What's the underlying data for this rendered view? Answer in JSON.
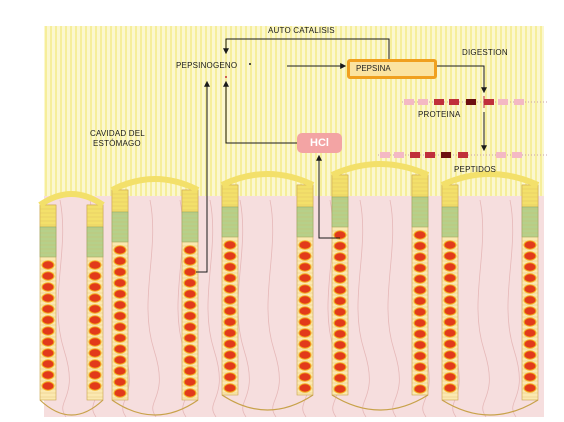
{
  "labels": {
    "auto_catalisis": "AUTO CATALISIS",
    "pepsinogeno": "PEPSINOGENO",
    "pepsina": "PEPSINA",
    "digestion": "DIGESTION",
    "proteina": "PROTEINA",
    "hcl": "HCl",
    "cavidad_line1": "CAVIDAD DEL",
    "cavidad_line2": "ESTÓMAGO",
    "peptidos": "PEPTIDOS"
  },
  "colors": {
    "background_pale": "#fbf7cf",
    "stripe": "#f6ee9a",
    "tissue_pink": "#f6dede",
    "tissue_line": "#e6b8b8",
    "chief_cell": "#e23a1a",
    "parietal_ring": "#f4b020",
    "mucus_cell": "#f3e06a",
    "neck_cell": "#b6d08a",
    "pepsina_border": "#f0a020",
    "hcl_fill": "#f3a4a4",
    "protein_pink": "#f4b9c4",
    "protein_red": "#c0303a",
    "protein_dark": "#6d1010"
  }
}
